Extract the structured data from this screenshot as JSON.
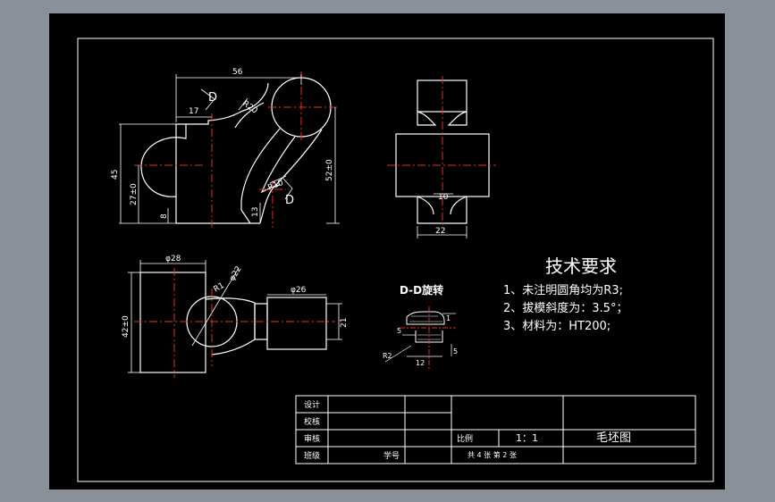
{
  "views": {
    "front": {
      "dims": {
        "d56": "56",
        "d17": "17",
        "d45": "45",
        "d27": "27±0",
        "d8": "8",
        "d52": "52±0",
        "d13": "13",
        "r20": "R20",
        "r10": "R10"
      },
      "section_d1": "D",
      "section_d2": "D"
    },
    "side": {
      "dims": {
        "d10": "10",
        "d22": "22"
      }
    },
    "top": {
      "dims": {
        "phi28": "φ28",
        "phi22": "φ22",
        "r1": "R1",
        "d42": "42±0",
        "phi26": "φ26",
        "d21": "21"
      }
    },
    "section": {
      "title": "D-D旋转",
      "dims": {
        "r2": "R2",
        "d5a": "5",
        "d12": "12",
        "d5b": "5",
        "d1": "1"
      }
    }
  },
  "tech_req": {
    "title": "技术要求",
    "items": [
      "1、未注明圆角均为R3;",
      "2、拔模斜度为：3.5°；",
      "3、材料为：HT200;"
    ]
  },
  "title_block": {
    "design": "设计",
    "check": "校核",
    "review": "审核",
    "class": "班级",
    "student_no": "学号",
    "scale_label": "比例",
    "scale": "1：1",
    "sheets": "共 4 张     第 2 张",
    "drawing_name": "毛坯图"
  }
}
